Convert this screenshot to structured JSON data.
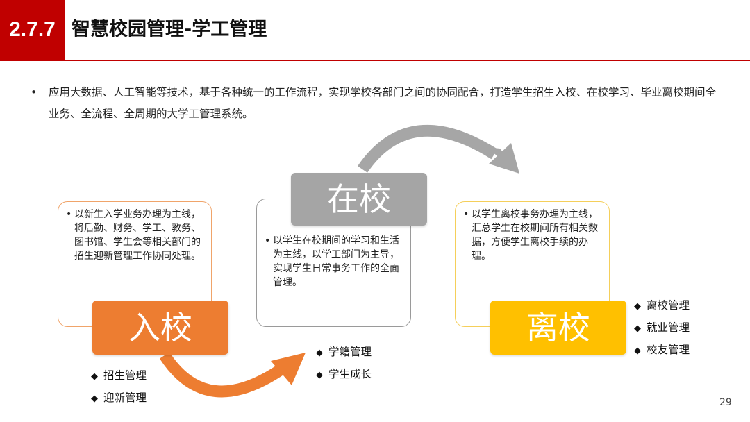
{
  "header": {
    "section_number": "2.7.7",
    "title": "智慧校园管理-学工管理"
  },
  "intro": {
    "bullet": "•",
    "text": "应用大数据、人工智能等技术，基于各种统一的工作流程，实现学校各部门之间的协同配合，打造学生招生入校、在校学习、毕业离校期间全业务、全流程、全周期的大学工管理系统。"
  },
  "stages": {
    "enroll": {
      "label": "入校",
      "description": "以新生入学业务办理为主线，将后勤、财务、学工、教务、图书馆、学生会等相关部门的招生迎新管理工作协同处理。",
      "items": [
        "招生管理",
        "迎新管理"
      ],
      "color": "#ed7d31"
    },
    "study": {
      "label": "在校",
      "description": "以学生在校期间的学习和生活为主线，以学工部门为主导，实现学生日常事务工作的全面管理。",
      "items": [
        "学籍管理",
        "学生成长"
      ],
      "color": "#a5a5a5"
    },
    "leave": {
      "label": "离校",
      "description": "以学生离校事务办理为主线，汇总学生在校期间所有相关数据，方便学生离校手续的办理。",
      "items": [
        "离校管理",
        "就业管理",
        "校友管理"
      ],
      "color": "#ffc000"
    }
  },
  "icons": {
    "card_bullet": "•",
    "item_bullet": "◆",
    "arrow_ru_to_zai": "curved-arrow-orange",
    "arrow_zai_to_li": "curved-arrow-gray"
  },
  "page_number": "29"
}
